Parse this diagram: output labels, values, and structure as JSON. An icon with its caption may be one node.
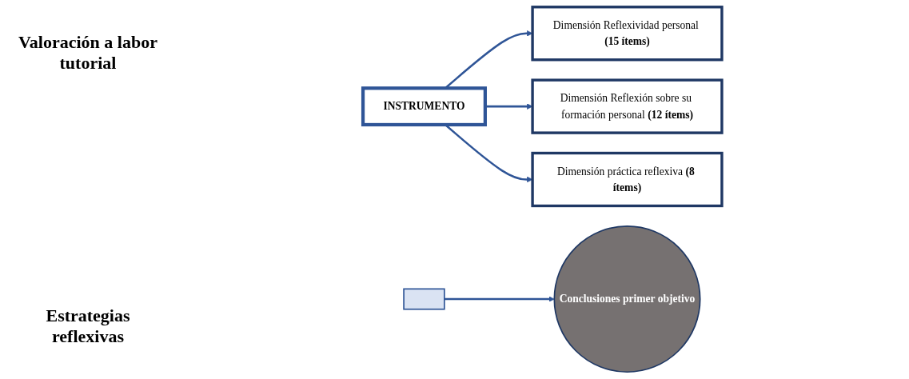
{
  "diagram": {
    "nodes": [
      {
        "text": [
          "INSTRUMENTO"
        ]
      },
      {
        "text": [
          "Dimensión Reflexividad personal **(15 ítems)**"
        ]
      },
      {
        "text": [
          "Dimensión Reflexión sobre su formación personal **(12 ítems)**"
        ]
      },
      {
        "text": [
          "Dimensión práctica reflexiva **(8 ítems)**"
        ]
      },
      {
        "text": [],
        "shape": "bar"
      },
      {
        "text": [
          "Conclusiones primer objetivo"
        ]
      }
    ],
    "edges": [
      {
        "from": 0,
        "to": 1,
        "arrow": "to"
      },
      {
        "from": 0,
        "to": 2,
        "arrow": "to"
      },
      {
        "from": 0,
        "to": 3,
        "arrow": "to"
      },
      {
        "from": 4,
        "to": 5,
        "arrow": "to"
      }
    ],
    "labels": [
      "Valoración a labor tutorial",
      "Estrategias reflexivas"
    ]
  }
}
